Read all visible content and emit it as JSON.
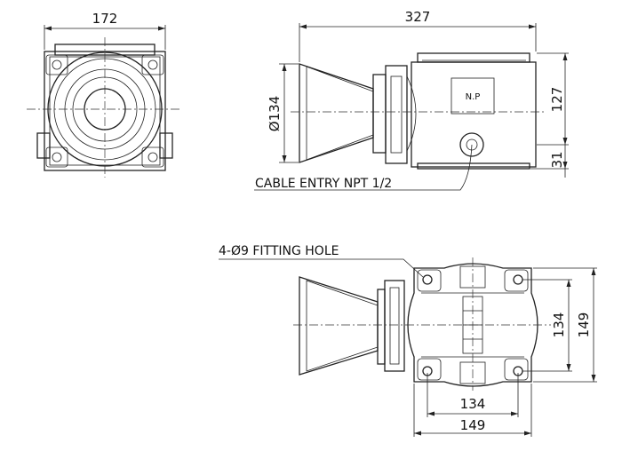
{
  "front_view": {
    "width_dim": "172"
  },
  "side_view": {
    "length_dim": "327",
    "horn_diameter_dim": "Ø134",
    "height_dim": "127",
    "entry_offset_dim": "31",
    "nameplate": "N.P",
    "cable_label": "CABLE ENTRY NPT 1/2"
  },
  "top_view": {
    "fitting_label": "4-Ø9 FITTING HOLE",
    "hole_spacing_h": "134",
    "overall_width_h": "149",
    "hole_spacing_v": "134",
    "overall_height_v": "149"
  }
}
